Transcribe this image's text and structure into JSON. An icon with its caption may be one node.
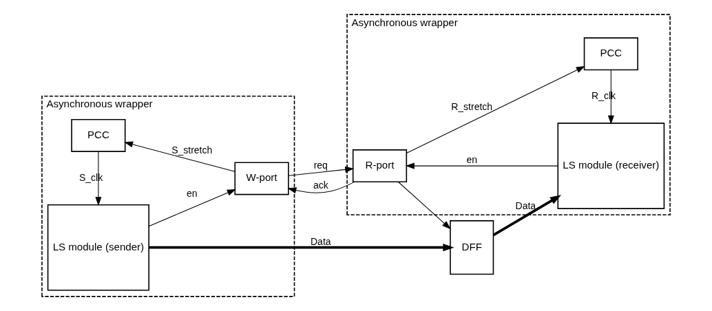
{
  "diagram": {
    "nodes": [
      {
        "text": [
          "Asynchronous wrapper"
        ]
      },
      {
        "text": [
          "LS module (sender)"
        ],
        "in": 0
      },
      {
        "text": [
          "W-port"
        ],
        "in": 0
      },
      {
        "text": [
          "PCC"
        ],
        "in": 0
      },
      {
        "text": [
          "DFF"
        ]
      },
      {
        "text": [
          "Asynchronous wrapper"
        ]
      },
      {
        "text": [
          "R-port"
        ],
        "in": 5
      },
      {
        "text": [
          "LS module (receiver)"
        ],
        "in": 5
      },
      {
        "text": [
          "PCC"
        ],
        "in": 5
      }
    ],
    "edges": [
      {
        "from": 1,
        "to": 4,
        "arrow": "to",
        "label": "Data",
        "style": "thick"
      },
      {
        "from": 4,
        "to": 7,
        "arrow": "to",
        "label": "Data",
        "style": "thick"
      },
      {
        "from": 1,
        "to": 2,
        "arrow": "to",
        "label": "en"
      },
      {
        "from": 2,
        "to": 6,
        "arrow": "to",
        "label": "req"
      },
      {
        "from": 6,
        "to": 2,
        "arrow": "to",
        "label": "ack"
      },
      {
        "from": 6,
        "to": 4,
        "arrow": "to"
      },
      {
        "from": 7,
        "to": 6,
        "arrow": "to",
        "label": "en"
      },
      {
        "from": 3,
        "to": 1,
        "arrow": "to",
        "label": "S_clk"
      },
      {
        "from": 2,
        "to": 3,
        "arrow": "to",
        "label": "S_stretch"
      },
      {
        "from": 6,
        "to": 8,
        "arrow": "to",
        "label": "R_stretch"
      },
      {
        "from": 8,
        "to": 7,
        "arrow": "to",
        "label": "R_clk"
      }
    ]
  }
}
